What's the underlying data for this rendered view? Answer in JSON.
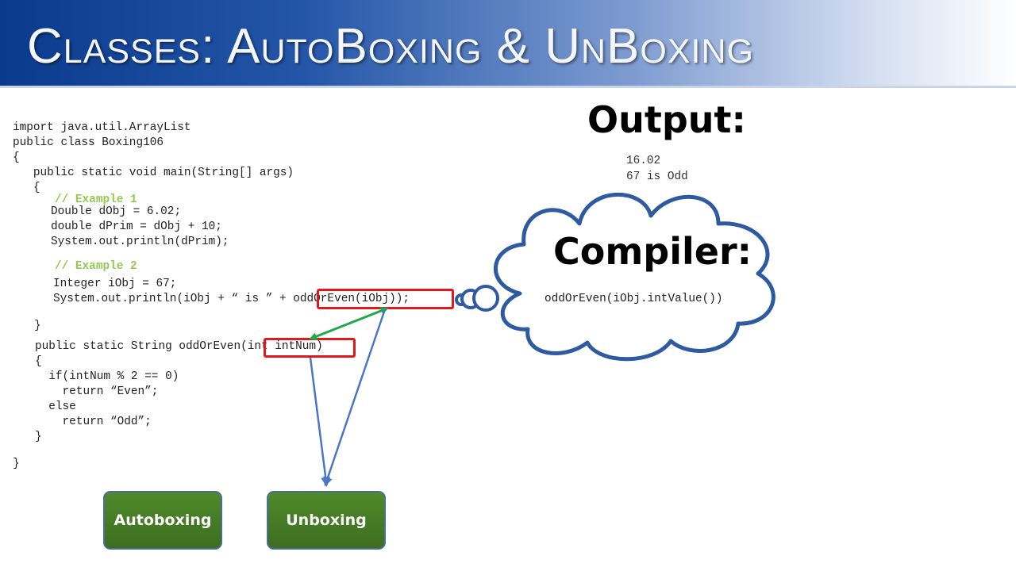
{
  "slide": {
    "title": "Classes: AutoBoxing & UnBoxing"
  },
  "code": {
    "header_lines": "import java.util.ArrayList\npublic class Boxing106\n{\n   public static void main(String[] args)\n   {",
    "example1_comment": "// Example 1",
    "example1_lines": "Double dObj = 6.02;\ndouble dPrim = dObj + 10;\nSystem.out.println(dPrim);",
    "example2_comment": "// Example 2",
    "example2_line1": "Integer iObj = 67;",
    "example2_line2": "System.out.println(iObj + “ is ” + oddOrEven(iObj));",
    "main_close": "}",
    "method_lines": "public static String oddOrEven(int intNum)\n{\n  if(intNum % 2 == 0)\n    return “Even”;\n  else\n    return “Odd”;\n}",
    "class_close": "}"
  },
  "output": {
    "title": "Output:",
    "lines": "16.02\n67 is Odd"
  },
  "compiler": {
    "title": "Compiler:",
    "code": "oddOrEven(iObj.intValue())"
  },
  "buttons": {
    "autoboxing": "Autoboxing",
    "unboxing": "Unboxing"
  },
  "colors": {
    "highlight_box": "#e0181b",
    "green_arrow": "#1faa4a",
    "blue_arrow": "#4a76c4",
    "cloud_outline": "#2d5aa0",
    "button_fill": "#447a24",
    "comment_text": "#92c94f"
  }
}
